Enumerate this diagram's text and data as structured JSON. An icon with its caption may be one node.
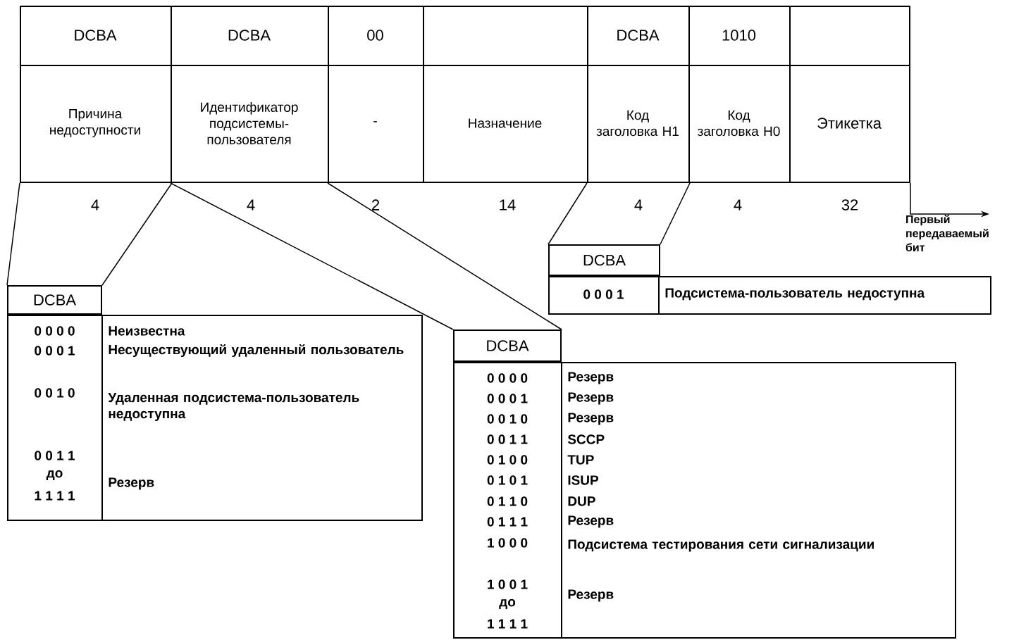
{
  "diagram": {
    "nodes": [
      {
        "text": [
          "DCBA",
          "Причина недоступности"
        ],
        "beside": [
          "4"
        ]
      },
      {
        "text": [
          "DCBA",
          "Идентификатор подсистемы-пользователя"
        ],
        "beside": [
          "4"
        ]
      },
      {
        "text": [
          "00",
          "-"
        ],
        "beside": [
          "2"
        ]
      },
      {
        "text": [
          "Назначение"
        ],
        "beside": [
          "14"
        ]
      },
      {
        "text": [
          "DCBA",
          "Код заголовка H1"
        ],
        "beside": [
          "4"
        ]
      },
      {
        "text": [
          "1010",
          "Код заголовка H0"
        ],
        "beside": [
          "4"
        ]
      },
      {
        "text": [
          "Этикетка"
        ],
        "beside": [
          "32"
        ]
      },
      {
        "text": [
          "DCBA"
        ]
      },
      {
        "text": [
          "0 0 0 0",
          "Неизвестна",
          "0 0 0 1",
          "Несуществующий удаленный пользователь",
          "0 0 1 0",
          "Удаленная подсистема-пользователь недоступна",
          "0 0 1 1",
          "до",
          "1 1 1 1",
          "Резерв"
        ]
      },
      {
        "text": [
          "DCBA"
        ]
      },
      {
        "text": [
          "0 0 0 0",
          "Резерв",
          "0 0 0 1",
          "Резерв",
          "0 0 1 0",
          "Резерв",
          "0 0 1 1",
          "SCCP",
          "0 1 0 0",
          "TUP",
          "0 1 0 1",
          "ISUP",
          "0 1 1 0",
          "DUP",
          "0 1 1 1",
          "Резерв",
          "1 0 0 0",
          "Подсистема тестирования сети сигнализации",
          "1 0 0 1",
          "до",
          "1 1 1 1",
          "Резерв"
        ]
      },
      {
        "text": [
          "DCBA"
        ]
      },
      {
        "text": [
          "0 0 0 1",
          "Подсистема-пользователь недоступна"
        ]
      },
      {
        "text": [
          "Первый передаваемый бит"
        ]
      }
    ],
    "edges": [
      {
        "from": 0,
        "to": 7,
        "arrow": "none"
      },
      {
        "from": 0,
        "to": 7,
        "arrow": "none"
      },
      {
        "from": 1,
        "to": 9,
        "arrow": "none"
      },
      {
        "from": 2,
        "to": 9,
        "arrow": "none"
      },
      {
        "from": 4,
        "to": 11,
        "arrow": "none"
      },
      {
        "from": 4,
        "to": 11,
        "arrow": "none"
      },
      {
        "from": 6,
        "to": 13,
        "arrow": "to"
      }
    ]
  }
}
